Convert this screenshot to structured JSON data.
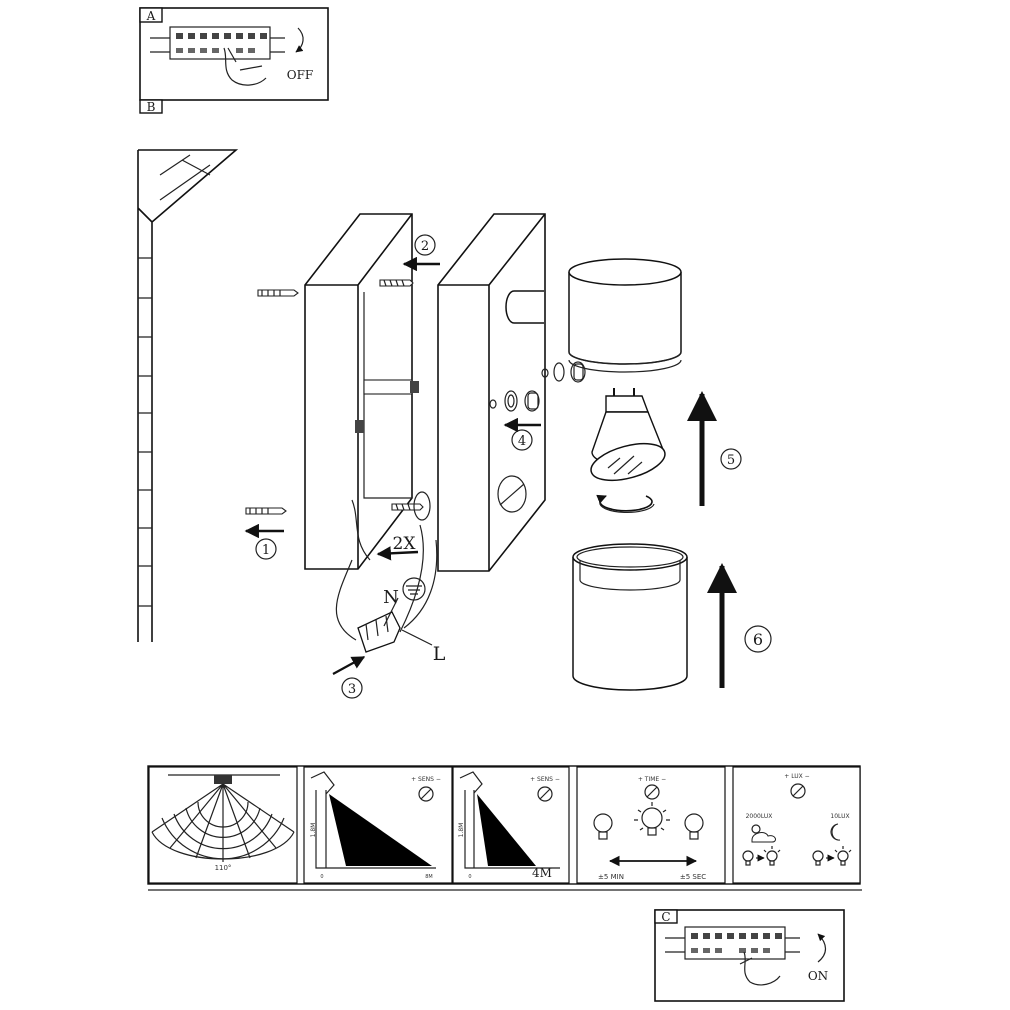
{
  "panel_a": {
    "tag": "A",
    "text": "OFF"
  },
  "panel_b": {
    "tag": "B"
  },
  "panel_c": {
    "tag": "C",
    "text": "ON"
  },
  "steps": [
    "1",
    "2",
    "3",
    "4",
    "5",
    "6"
  ],
  "screws_label": "2X",
  "wire_n": "N",
  "wire_l": "L",
  "sensor": {
    "angle": "110°",
    "sens_control": "+ SENS −",
    "height": "1.8M",
    "dist_max": "8M",
    "dist_min": "4M",
    "zero": "0",
    "time_control": "+ TIME −",
    "time_min": "±5 MIN",
    "time_sec": "±5 SEC",
    "lux_control": "+ LUX −",
    "lux_day": "2000LUX",
    "lux_night": "10LUX"
  }
}
